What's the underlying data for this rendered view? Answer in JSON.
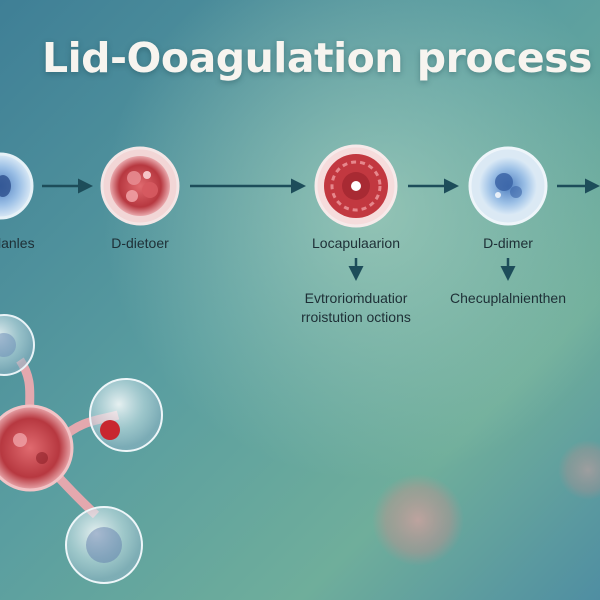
{
  "title": "Lid-Ooagulation process",
  "steps": [
    {
      "label": "lanles"
    },
    {
      "label": "D-dietoer"
    },
    {
      "label": "Locapulaarion",
      "sub_lines": [
        "Evtrorioṁduatior",
        "rroistution octions"
      ]
    },
    {
      "label": "D-dimer",
      "sub_lines": [
        "Checuplalnienthen"
      ]
    }
  ],
  "colors": {
    "arrow": "#1d4d5a",
    "title": "#f7f4ef",
    "text": "#1e2f36",
    "red_cell": "#c4454c",
    "blue_cell": "#7ea8d6"
  }
}
